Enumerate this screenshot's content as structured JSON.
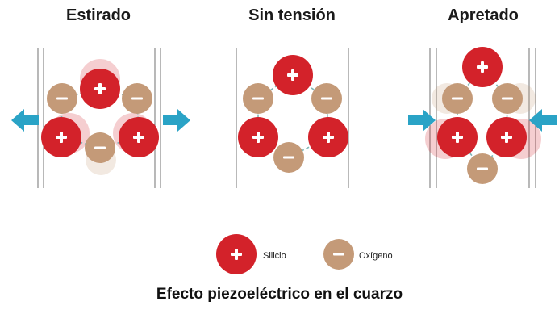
{
  "panels": [
    {
      "title": "Estirado"
    },
    {
      "title": "Sin tensión"
    },
    {
      "title": "Apretado"
    }
  ],
  "legend": {
    "silicon_label": "Silicio",
    "oxygen_label": "Oxígeno"
  },
  "caption": "Efecto piezoeléctrico en el cuarzo",
  "colors": {
    "silicon": "#d3222a",
    "oxygen": "#c49a78",
    "arrow": "#2aa3c6",
    "wall": "#8a8a8a",
    "bond": "#7fb8b8"
  },
  "icons": {
    "silicon": "plus-sign",
    "oxygen": "minus-sign",
    "force": "arrow"
  }
}
